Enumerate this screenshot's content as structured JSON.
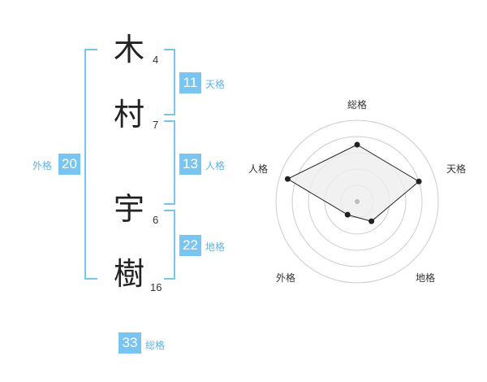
{
  "name": {
    "chars": [
      {
        "kanji": "木",
        "strokes": "4"
      },
      {
        "kanji": "村",
        "strokes": "7"
      },
      {
        "kanji": "宇",
        "strokes": "6"
      },
      {
        "kanji": "樹",
        "strokes": "16"
      }
    ]
  },
  "fortune": {
    "tenkaku": {
      "label": "天格",
      "value": "11"
    },
    "jinkaku": {
      "label": "人格",
      "value": "13"
    },
    "chikaku": {
      "label": "地格",
      "value": "22"
    },
    "gaikaku": {
      "label": "外格",
      "value": "20"
    },
    "soukaku": {
      "label": "総格",
      "value": "33"
    }
  },
  "radar": {
    "axes": [
      "総格",
      "天格",
      "地格",
      "外格",
      "人格"
    ],
    "scores": [
      3.5,
      4,
      1.5,
      1,
      4.5
    ],
    "max": 5,
    "fill": "#eeeeee",
    "stroke": "#222222",
    "grid": "#cccccc"
  },
  "colors": {
    "accent": "#79c5f2"
  }
}
